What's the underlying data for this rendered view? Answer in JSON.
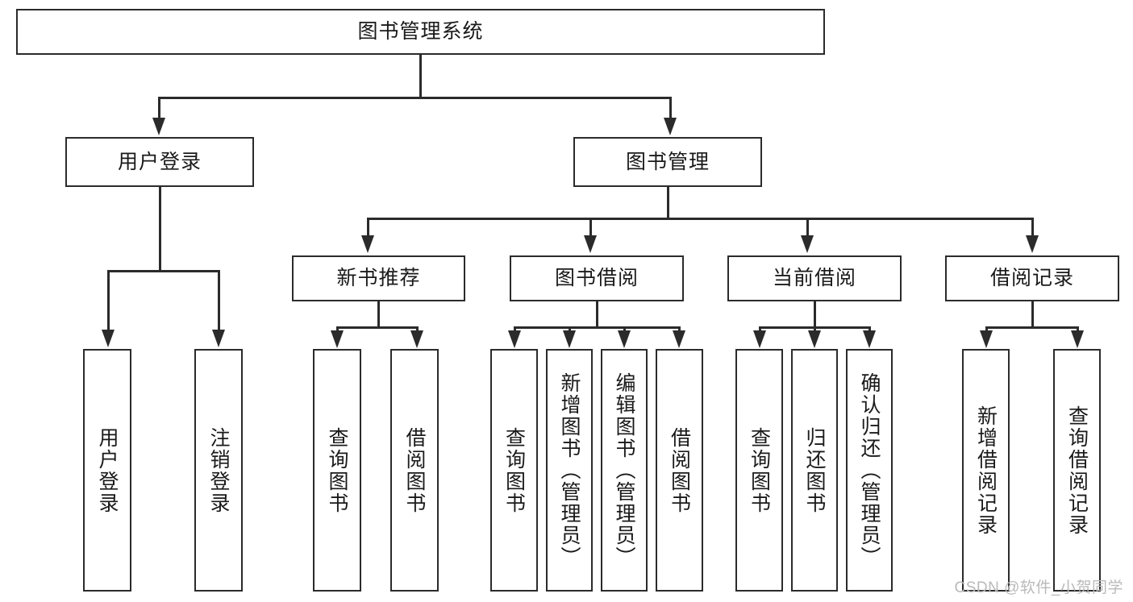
{
  "diagram": {
    "title": "图书管理系统",
    "watermark": "CSDN @软件_小贺同学",
    "line_color": "#2b2b2b",
    "background_color": "#ffffff",
    "text_color": "#1a1a1a"
  },
  "nodes": {
    "root": {
      "label": "图书管理系统"
    },
    "level2": [
      {
        "label": "用户登录"
      },
      {
        "label": "图书管理"
      }
    ],
    "level3": [
      {
        "label": "新书推荐"
      },
      {
        "label": "图书借阅"
      },
      {
        "label": "当前借阅"
      },
      {
        "label": "借阅记录"
      }
    ],
    "leaves_user_login": [
      {
        "label": "用户登录"
      },
      {
        "label": "注销登录"
      }
    ],
    "leaves_new_book": [
      {
        "label": "查询图书"
      },
      {
        "label": "借阅图书"
      }
    ],
    "leaves_borrow": [
      {
        "label": "查询图书"
      },
      {
        "label": "新增图书（管理员）"
      },
      {
        "label": "编辑图书（管理员）"
      },
      {
        "label": "借阅图书"
      }
    ],
    "leaves_current": [
      {
        "label": "查询图书"
      },
      {
        "label": "归还图书"
      },
      {
        "label": "确认归还（管理员）"
      }
    ],
    "leaves_records": [
      {
        "label": "新增借阅记录"
      },
      {
        "label": "查询借阅记录"
      }
    ]
  }
}
